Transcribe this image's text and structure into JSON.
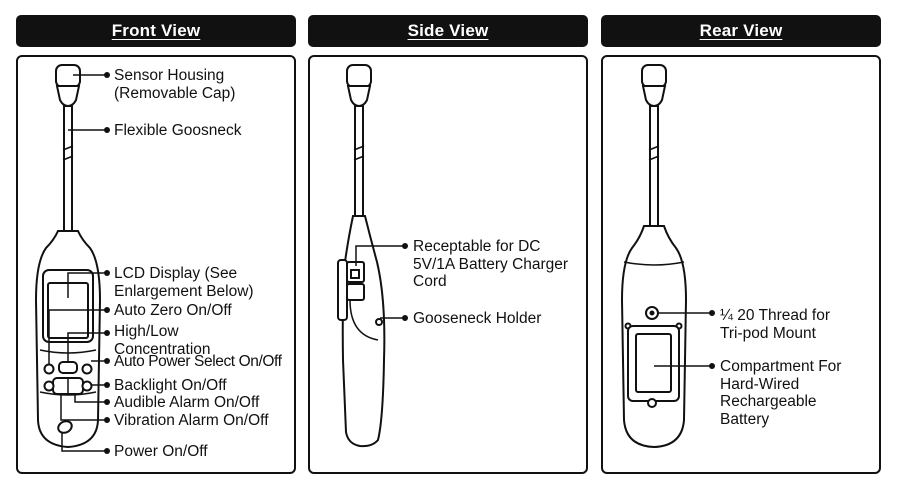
{
  "panels": {
    "front": {
      "title": "Front View",
      "labels": {
        "sensor_housing": "Sensor Housing\n(Removable Cap)",
        "flexible_gooseneck": "Flexible Goosneck",
        "lcd_display": "LCD Display (See\nEnlargement Below)",
        "auto_zero": "Auto Zero On/Off",
        "high_low": "High/Low\nConcentration",
        "auto_power": "Auto Power Select On/Off",
        "backlight": "Backlight On/Off",
        "audible_alarm": "Audible Alarm On/Off",
        "vibration_alarm": "Vibration Alarm On/Off",
        "power": "Power On/Off"
      }
    },
    "side": {
      "title": "Side View",
      "labels": {
        "receptacle": "Receptable for DC\n5V/1A Battery Charger\nCord",
        "gooseneck_holder": "Gooseneck Holder"
      }
    },
    "rear": {
      "title": "Rear View",
      "labels": {
        "thread": "¼ 20 Thread for\nTri-pod Mount",
        "compartment": "Compartment For\nHard-Wired\nRechargeable\nBattery"
      }
    }
  },
  "colors": {
    "ink": "#111111",
    "background": "#ffffff",
    "tab_text": "#ffffff"
  }
}
